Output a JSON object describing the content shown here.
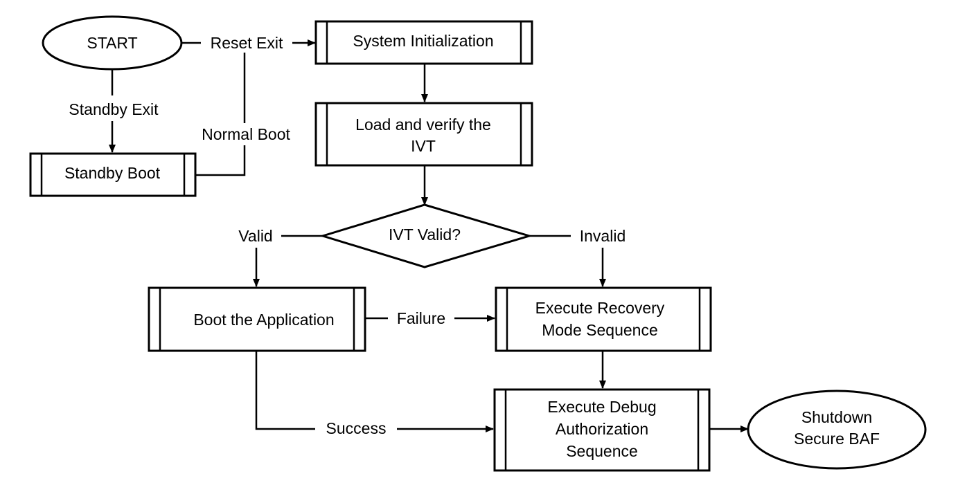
{
  "nodes": {
    "start": "START",
    "system_init": "System Initialization",
    "load_ivt": [
      "Load and verify the",
      "IVT"
    ],
    "standby_boot": "Standby Boot",
    "ivt_valid": "IVT Valid?",
    "boot_app": "Boot the Application",
    "recovery": [
      "Execute Recovery",
      "Mode Sequence"
    ],
    "debug_auth": [
      "Execute Debug",
      "Authorization",
      "Sequence"
    ],
    "shutdown": [
      "Shutdown",
      "Secure BAF"
    ]
  },
  "edges": {
    "reset_exit": "Reset Exit",
    "standby_exit": "Standby Exit",
    "normal_boot": "Normal Boot",
    "valid": "Valid",
    "invalid": "Invalid",
    "failure": "Failure",
    "success": "Success"
  }
}
